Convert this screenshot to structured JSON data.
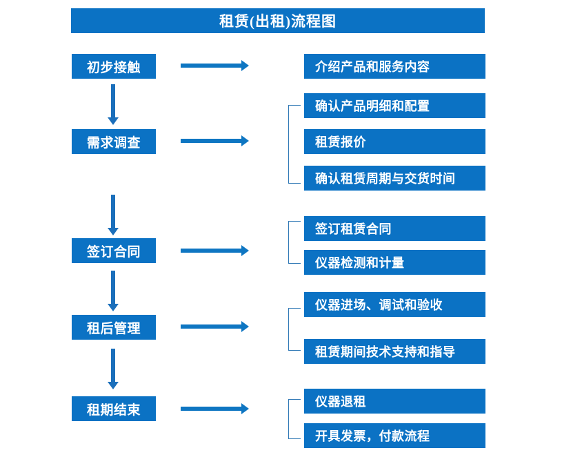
{
  "chart_data": {
    "type": "diagram",
    "diagram_kind": "flowchart",
    "title": "租赁(出租)流程图",
    "accent_color": "#0b72c4",
    "arrow_color": "#0e76c2",
    "bracket_color": "#2f78b5",
    "text_color": "#ffffff",
    "stages": [
      {
        "label": "初步接触",
        "details": [
          "介绍产品和服务内容"
        ],
        "bracketed": false
      },
      {
        "label": "需求调查",
        "details": [
          "确认产品明细和配置",
          "租赁报价",
          "确认租赁周期与交货时间"
        ],
        "bracketed": true
      },
      {
        "label": "签订合同",
        "details": [
          "签订租赁合同",
          "仪器检测和计量"
        ],
        "bracketed": true
      },
      {
        "label": "租后管理",
        "details": [
          "仪器进场、调试和验收",
          "租赁期间技术支持和指导"
        ],
        "bracketed": true
      },
      {
        "label": "租期结束",
        "details": [
          "仪器退租",
          "开具发票，付款流程"
        ],
        "bracketed": true
      }
    ]
  },
  "header": {
    "title": "租赁(出租)流程图"
  },
  "stages": [
    {
      "label": "初步接触"
    },
    {
      "label": "需求调查"
    },
    {
      "label": "签订合同"
    },
    {
      "label": "租后管理"
    },
    {
      "label": "租期结束"
    }
  ],
  "details": {
    "d0": "介绍产品和服务内容",
    "d1": "确认产品明细和配置",
    "d2": "租赁报价",
    "d3": "确认租赁周期与交货时间",
    "d4": "签订租赁合同",
    "d5": "仪器检测和计量",
    "d6": "仪器进场、调试和验收",
    "d7": "租赁期间技术支持和指导",
    "d8": "仪器退租",
    "d9": "开具发票，付款流程"
  }
}
